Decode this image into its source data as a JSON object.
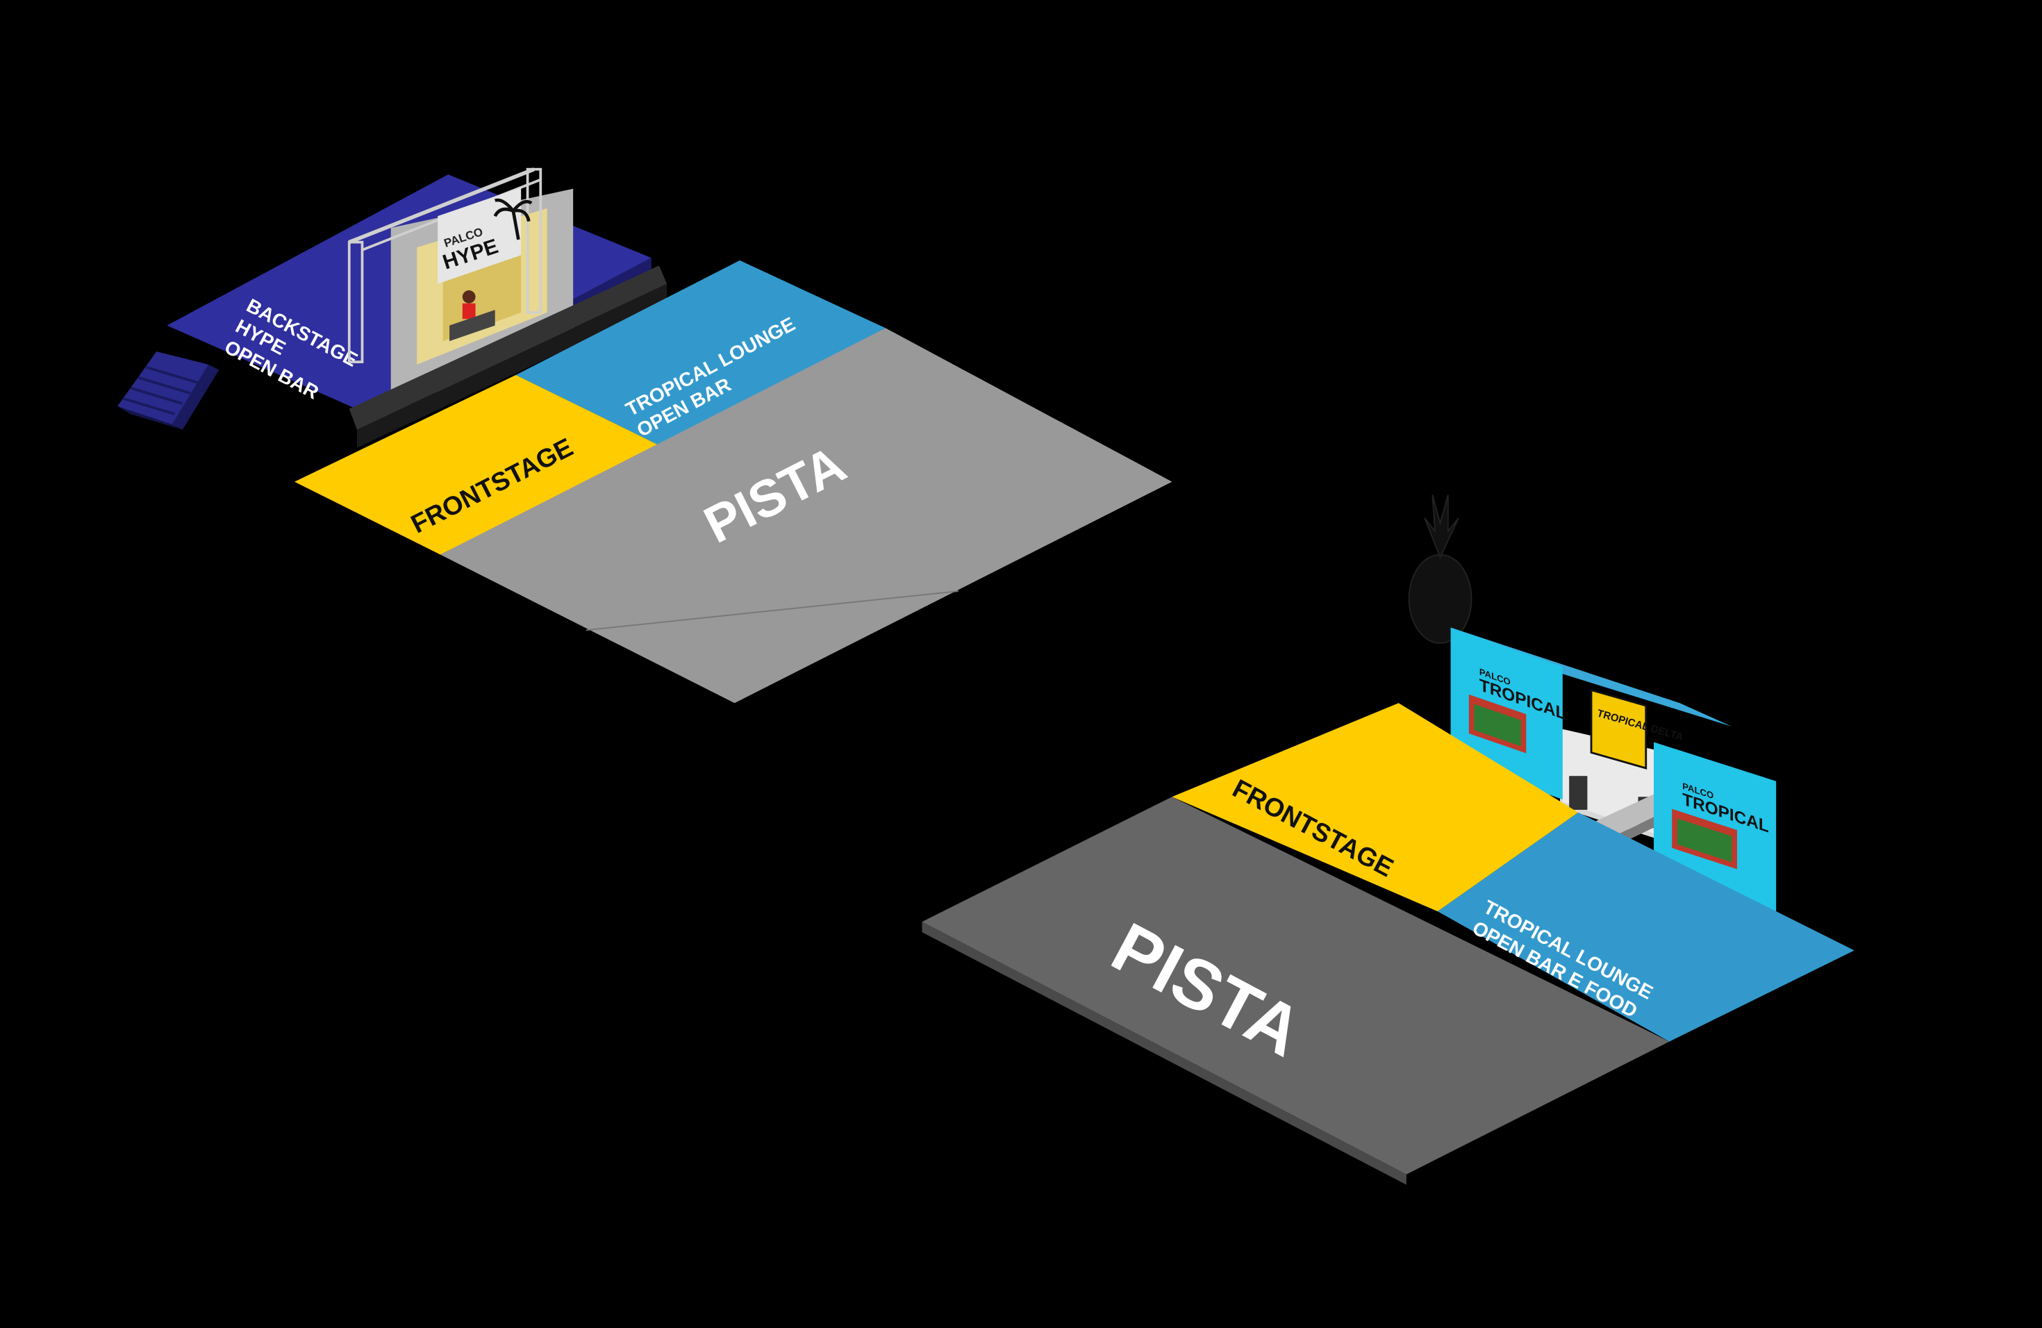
{
  "colors": {
    "background": "#000000",
    "backstage": "#2f2f9f",
    "frontstage": "#ffcc00",
    "lounge": "#3399cc",
    "pista_1": "#999999",
    "pista_2": "#666666",
    "cyan_panel": "#22c4e8",
    "truss": "#cfcfcf",
    "speaker": "#333333"
  },
  "stage_1": {
    "logo_top": "PALCO",
    "logo_main": "HYPE",
    "logo_icon": "palm-tree-icon",
    "backstage_lines": [
      "BACKSTAGE",
      "HYPE",
      "OPEN BAR"
    ],
    "lounge_lines": [
      "TROPICAL LOUNGE",
      "OPEN BAR"
    ],
    "frontstage_label": "FRONTSTAGE",
    "pista_label": "PISTA"
  },
  "stage_2": {
    "logo_icon": "pineapple-icon",
    "screen_left_top": "PALCO",
    "screen_left_main": "TROPICAL",
    "screen_right_top": "PALCO",
    "screen_right_main": "TROPICAL",
    "center_logo": "TROPICAL DELTA",
    "frontstage_label": "FRONTSTAGE",
    "lounge_lines": [
      "TROPICAL LOUNGE",
      "OPEN BAR E FOOD"
    ],
    "pista_label": "PISTA"
  }
}
